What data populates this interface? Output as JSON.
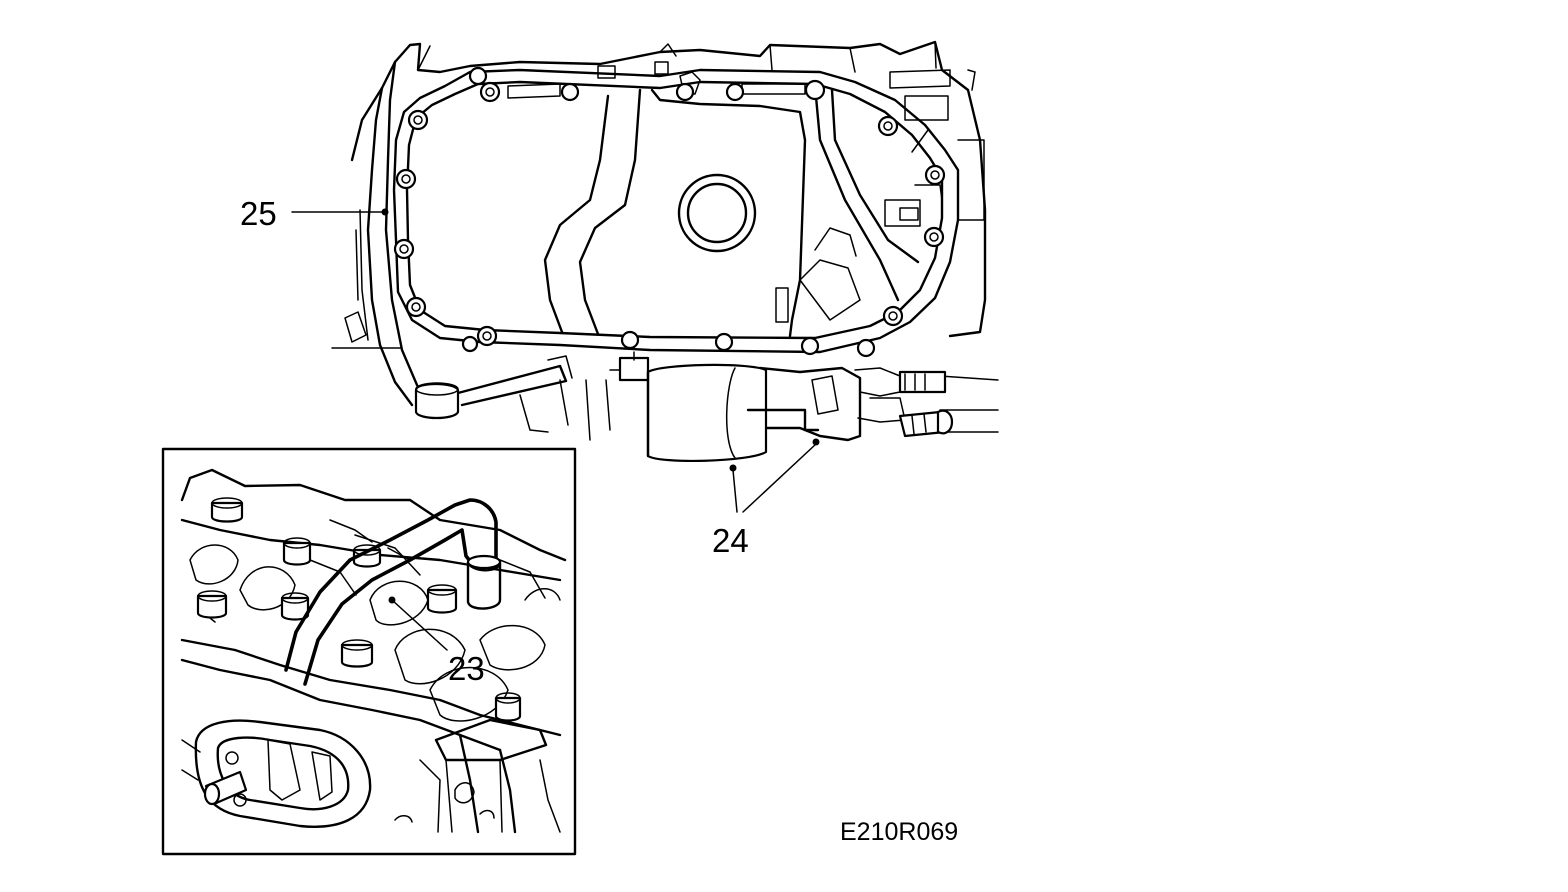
{
  "figure": {
    "reference_code": "E210R069",
    "callouts": [
      {
        "id": "25",
        "label": "25"
      },
      {
        "id": "24",
        "label": "24"
      },
      {
        "id": "23",
        "label": "23"
      }
    ]
  },
  "colors": {
    "line": "#000000",
    "background": "#ffffff"
  }
}
